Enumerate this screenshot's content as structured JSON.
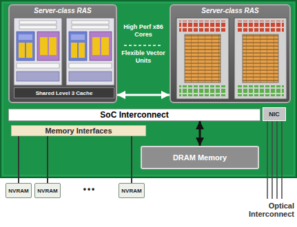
{
  "diagram": {
    "nodes": [
      {
        "text": [
          "Server-class RAS"
        ]
      },
      {
        "text": [
          "Shared Level 3 Cache"
        ],
        "in": 0
      },
      {
        "text": [
          "Server-class RAS"
        ]
      },
      {
        "text": [
          "SoC Interconnect"
        ]
      },
      {
        "text": [
          "NIC"
        ]
      },
      {
        "text": [
          "Memory Interfaces"
        ]
      },
      {
        "text": [
          "DRAM Memory"
        ]
      },
      {
        "text": [
          "NVRAM"
        ]
      },
      {
        "text": [
          "NVRAM"
        ]
      },
      {
        "text": [
          "NVRAM"
        ]
      }
    ],
    "edges": [
      {
        "from": 0,
        "to": 2,
        "arrow": "both"
      },
      {
        "from": 3,
        "to": 6,
        "arrow": "both"
      },
      {
        "from": 5,
        "to": 7,
        "arrow": "none"
      },
      {
        "from": 5,
        "to": 8,
        "arrow": "none"
      },
      {
        "from": 5,
        "to": 9,
        "arrow": "none"
      }
    ],
    "labels": [
      "High Perf x86 Cores",
      "Flexible Vector Units",
      "•••",
      "Optical Interconnect"
    ]
  }
}
